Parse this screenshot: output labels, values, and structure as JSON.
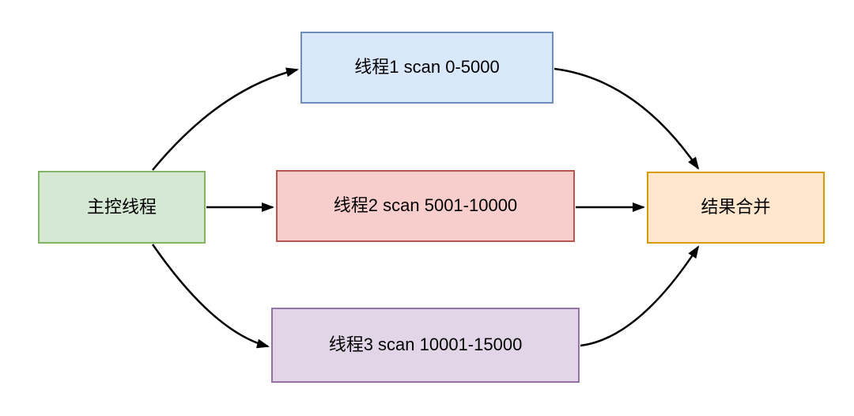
{
  "diagram": {
    "background": "#ffffff",
    "arrow_color": "#000000",
    "text_color": "#000000",
    "nodes": {
      "master": {
        "label": "主控线程",
        "fill": "#d5e8d4",
        "border": "#82b366"
      },
      "thread1": {
        "label": "线程1 scan 0-5000",
        "fill": "#dae8fc",
        "border": "#6c8ebf"
      },
      "thread2": {
        "label": "线程2 scan 5001-10000",
        "fill": "#f8cecc",
        "border": "#b85450"
      },
      "thread3": {
        "label": "线程3 scan 10001-15000",
        "fill": "#e1d5e7",
        "border": "#9673a6"
      },
      "merge": {
        "label": "结果合并",
        "fill": "#ffe6cc",
        "border": "#d79b00"
      }
    },
    "edges": [
      {
        "from": "master",
        "to": "thread1"
      },
      {
        "from": "master",
        "to": "thread2"
      },
      {
        "from": "master",
        "to": "thread3"
      },
      {
        "from": "thread1",
        "to": "merge"
      },
      {
        "from": "thread2",
        "to": "merge"
      },
      {
        "from": "thread3",
        "to": "merge"
      }
    ]
  }
}
